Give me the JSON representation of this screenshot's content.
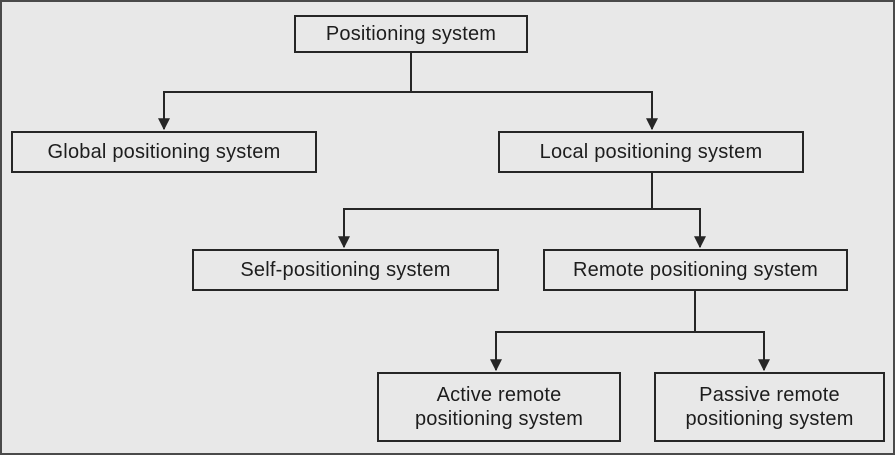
{
  "colors": {
    "background": "#e8e8e8",
    "line": "#262626",
    "text": "#1d1d1d",
    "frame": "#4a4a4a"
  },
  "tree": {
    "label": "Positioning system",
    "children": [
      {
        "label": "Global positioning system",
        "children": []
      },
      {
        "label": "Local positioning system",
        "children": [
          {
            "label": "Self-positioning system",
            "children": []
          },
          {
            "label": "Remote positioning system",
            "children": [
              {
                "label": "Active remote positioning system",
                "children": []
              },
              {
                "label": "Passive remote positioning system",
                "children": []
              }
            ]
          }
        ]
      }
    ]
  },
  "edges": [
    {
      "from": "Positioning system",
      "to": "Global positioning system"
    },
    {
      "from": "Positioning system",
      "to": "Local positioning system"
    },
    {
      "from": "Local positioning system",
      "to": "Self-positioning system"
    },
    {
      "from": "Local positioning system",
      "to": "Remote positioning system"
    },
    {
      "from": "Remote positioning system",
      "to": "Active remote positioning system"
    },
    {
      "from": "Remote positioning system",
      "to": "Passive remote positioning system"
    }
  ]
}
